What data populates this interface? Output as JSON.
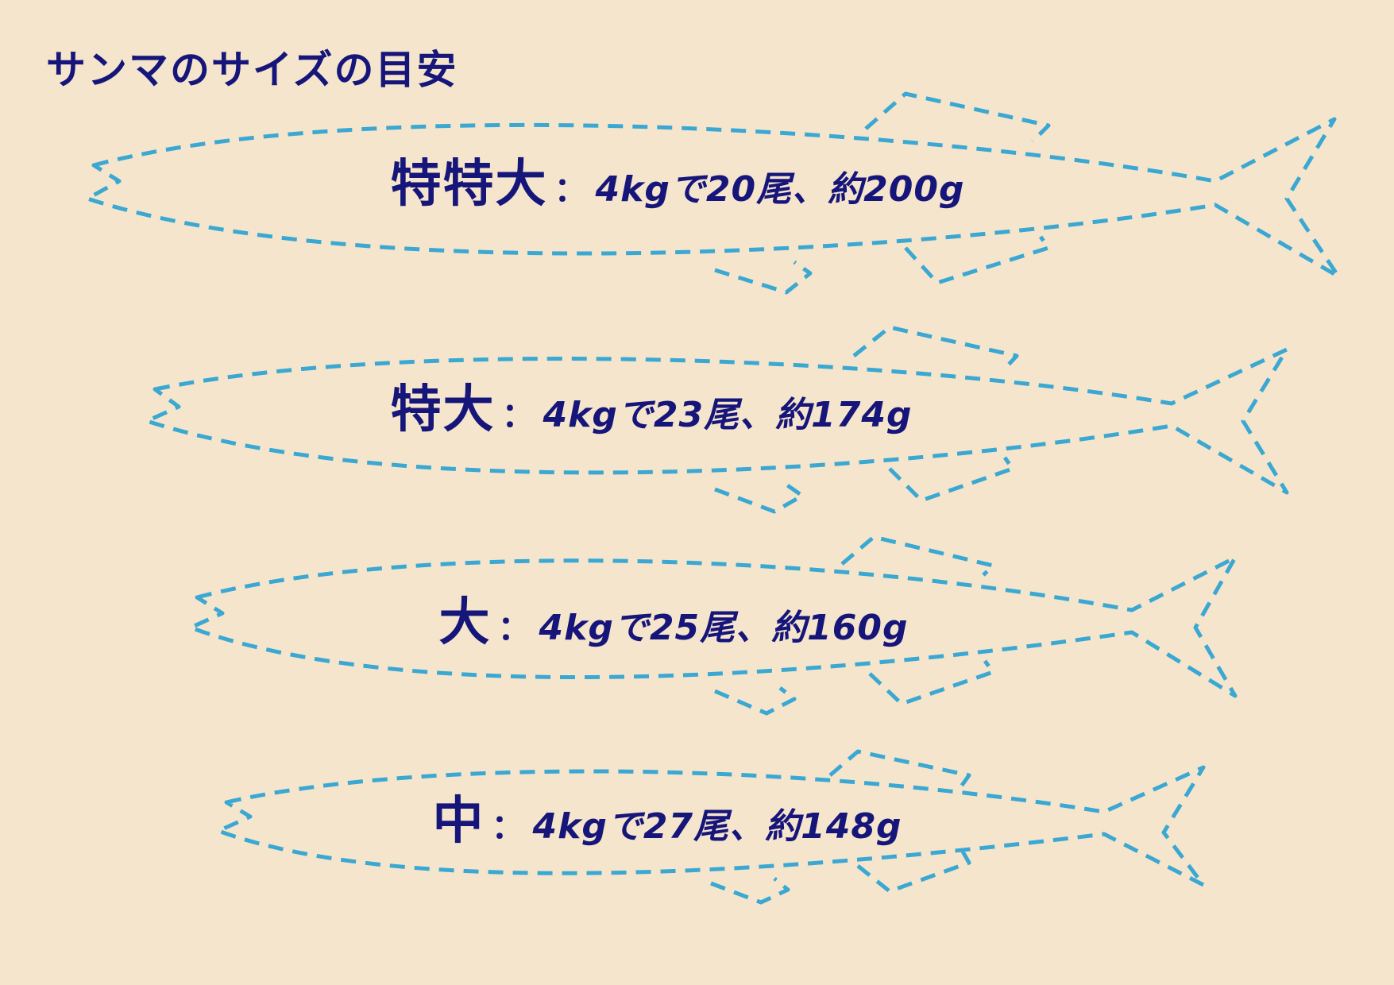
{
  "title": "サンマのサイズの目安",
  "colors": {
    "background": "#f5e5cc",
    "text": "#16157a",
    "fish_outline": "#3aa8d2"
  },
  "items": [
    {
      "size": "特特大",
      "separator": "：",
      "description": "4kgで20尾、約200g"
    },
    {
      "size": "特大",
      "separator": "：",
      "description": "4kgで23尾、約174g"
    },
    {
      "size": "大",
      "separator": "：",
      "description": "4kgで25尾、約160g"
    },
    {
      "size": "中",
      "separator": "：",
      "description": "4kgで27尾、約148g"
    }
  ]
}
